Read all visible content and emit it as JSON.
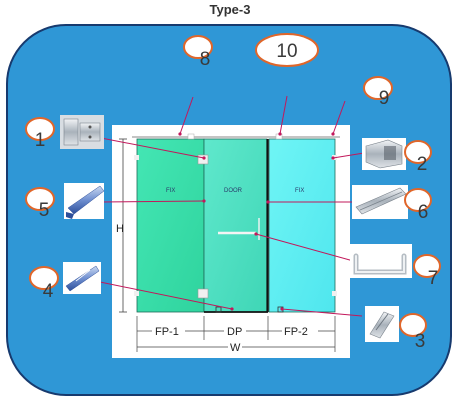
{
  "title": "Type-3",
  "panel_labels": {
    "fix_left": "FIX",
    "door": "DOOR",
    "fix_right": "FIX"
  },
  "dimensions": {
    "fp1": "FP-1",
    "dp": "DP",
    "fp2": "FP-2",
    "w": "W",
    "h": "H"
  },
  "callouts": [
    {
      "id": "1",
      "label": "1"
    },
    {
      "id": "2",
      "label": "2"
    },
    {
      "id": "3",
      "label": "3"
    },
    {
      "id": "4",
      "label": "4"
    },
    {
      "id": "5",
      "label": "5"
    },
    {
      "id": "6",
      "label": "6"
    },
    {
      "id": "7",
      "label": "7"
    },
    {
      "id": "8",
      "label": "8"
    },
    {
      "id": "9",
      "label": "9"
    },
    {
      "id": "10",
      "label": "10"
    }
  ],
  "colors": {
    "panel_bg": "#2f97d6",
    "glass_fix": "#3fe0b4",
    "glass_door": "#4fe3c6",
    "glass_right": "#5ff0f0",
    "callout_border": "#e0662a",
    "leader_line": "#c2185b"
  }
}
